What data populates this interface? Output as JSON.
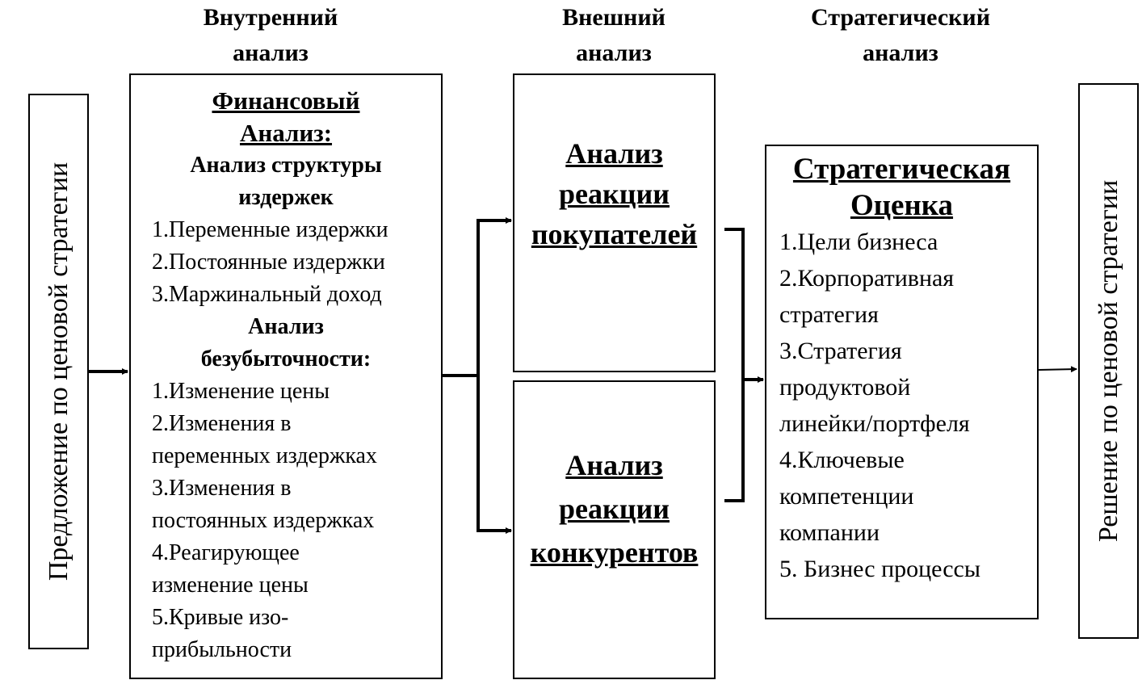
{
  "headers": {
    "internal": "Внутренний\nанализ",
    "external": "Внешний\nанализ",
    "strategic": "Стратегический\nанализ"
  },
  "proposal": "Предложение по ценовой стратегии",
  "decision": "Решение  по  ценовой стратегии",
  "internal_box": {
    "title1": "Финансовый",
    "title2": "Анализ: ",
    "sub1a": "Анализ структуры",
    "sub1b": "издержек",
    "items1": [
      "1.Переменные издержки",
      "2.Постоянные издержки",
      "3.Маржинальный доход"
    ],
    "sub2a": "Анализ",
    "sub2b": "безубыточности:",
    "items2": [
      "1.Изменение цены",
      "2.Изменения в",
      "переменных издержках",
      "3.Изменения в",
      "постоянных издержках",
      "4.Реагирующее",
      "изменение цены",
      "5.Кривые  изо-",
      "прибыльности"
    ]
  },
  "buyers_box": {
    "lines": [
      "Анализ ",
      "реакции",
      " покупателей"
    ]
  },
  "competitors_box": {
    "lines": [
      "Анализ ",
      "реакции",
      "конкурентов"
    ]
  },
  "strategic_box": {
    "title1": "Стратегическая",
    "title2": "Оценка",
    "items": [
      "1.Цели бизнеса",
      "2.Корпоративная",
      "стратегия",
      "3.Стратегия",
      "продуктовой",
      "линейки/портфеля",
      "4.Ключевые",
      "компетенции",
      "компании",
      "5. Бизнес процессы"
    ]
  }
}
